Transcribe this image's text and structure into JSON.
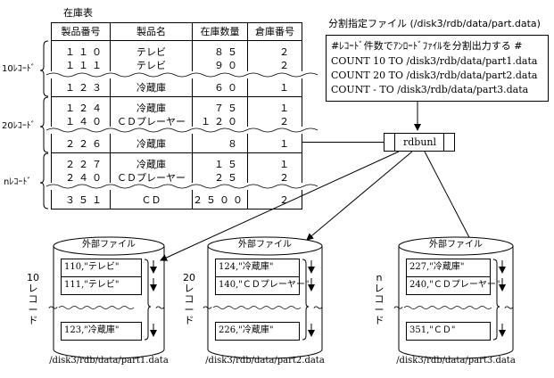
{
  "table": {
    "title": "在庫表",
    "headers": [
      "製品番号",
      "製品名",
      "在庫数量",
      "倉庫番号"
    ],
    "rows": [
      [
        "１１０",
        "テレビ",
        "８５",
        "２"
      ],
      [
        "１１１",
        "テレビ",
        "９０",
        "２"
      ],
      [
        "１２３",
        "冷蔵庫",
        "６０",
        "１"
      ],
      [
        "１２４",
        "冷蔵庫",
        "７５",
        "１"
      ],
      [
        "１４０",
        "ＣＤプレーヤー",
        "１２０",
        "２"
      ],
      [
        "２２６",
        "冷蔵庫",
        "８",
        "１"
      ],
      [
        "２２７",
        "冷蔵庫",
        "１５",
        "１"
      ],
      [
        "２４０",
        "ＣＤプレーヤー",
        "２５",
        "２"
      ],
      [
        "３５１",
        "ＣＤ",
        "２５００",
        "２"
      ]
    ],
    "group_labels": [
      "10ﾚｺｰﾄﾞ",
      "20ﾚｺｰﾄﾞ",
      "nﾚｺｰﾄﾞ"
    ]
  },
  "spec": {
    "title": "分割指定ファイル (/disk3/rdb/data/part.data)",
    "lines": [
      "#ﾚｺｰﾄﾞ件数でｱﾝﾛｰﾄﾞﾌｧｲﾙを分割出力する #",
      "COUNT 10  TO /disk3/rdb/data/part1.data",
      "COUNT 20  TO /disk3/rdb/data/part2.data",
      "COUNT  -   TO /disk3/rdb/data/part3.data"
    ]
  },
  "program": "rdbunl",
  "wave": "～",
  "files": [
    {
      "label": "外部ファイル",
      "count_label": "10レコード",
      "records": [
        "110,\"テレビ\"",
        "111,\"テレビ\"",
        "123,\"冷蔵庫\""
      ],
      "path": "/disk3/rdb/data/part1.data"
    },
    {
      "label": "外部ファイル",
      "count_label": "20レコード",
      "records": [
        "124,\"冷蔵庫\"",
        "140,\"ＣＤプレーヤー\"",
        "226,\"冷蔵庫\""
      ],
      "path": "/disk3/rdb/data/part2.data"
    },
    {
      "label": "外部ファイル",
      "count_label": "nレコード",
      "records": [
        "227,\"冷蔵庫\"",
        "240,\"ＣＤプレーヤー\"",
        "351,\"ＣＤ\""
      ],
      "path": "/disk3/rdb/data/part3.data"
    }
  ]
}
